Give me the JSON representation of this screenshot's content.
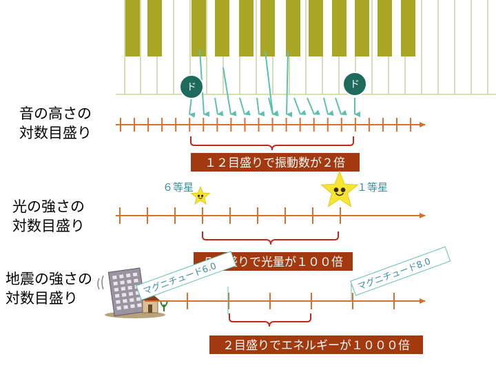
{
  "colors": {
    "key_olive": "#a9a626",
    "white_key_line": "#c8d39a",
    "teal": "#5dbfae",
    "dark_teal": "#1f6b5b",
    "axis": "#d4702a",
    "bracket": "#c0281c",
    "box": "#a33a0f",
    "star": "#f6e632",
    "label_blue": "#3a8fa0"
  },
  "pitch": {
    "label_lines": [
      "音の高さの",
      "対数目盛り"
    ],
    "do_label": "ド",
    "tick_count": 22,
    "caption": "１２目盛りで振動数が２倍"
  },
  "light": {
    "label_lines": [
      "光の強さの",
      "対数目盛り"
    ],
    "star_small_label": "６等星",
    "star_big_label": "１等星",
    "tick_count": 9,
    "caption": "５目盛りで光量が１００倍"
  },
  "quake": {
    "label_lines": [
      "地震の強さの",
      "対数目盛り"
    ],
    "magnitude_left": "マグニチュード6.0",
    "magnitude_right": "マグニチュード8.0",
    "tick_count": 6,
    "caption": "２目盛りでエネルギーが１０００倍"
  },
  "icons": [
    "piano-keys",
    "smiling-star-icon",
    "collapsing-building-icon"
  ]
}
